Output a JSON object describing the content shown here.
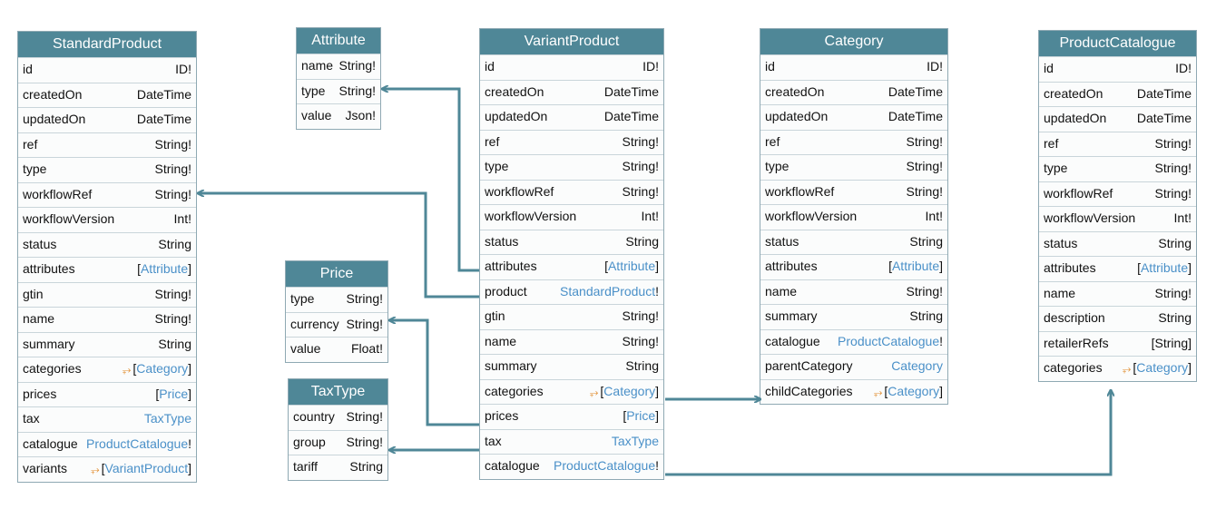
{
  "entities": [
    {
      "name": "StandardProduct",
      "fields": [
        {
          "name": "id",
          "type": "ID!"
        },
        {
          "name": "createdOn",
          "type": "DateTime"
        },
        {
          "name": "updatedOn",
          "type": "DateTime"
        },
        {
          "name": "ref",
          "type": "String!"
        },
        {
          "name": "type",
          "type": "String!"
        },
        {
          "name": "workflowRef",
          "type": "String!"
        },
        {
          "name": "workflowVersion",
          "type": "Int!"
        },
        {
          "name": "status",
          "type": "String"
        },
        {
          "name": "attributes",
          "type": "Attribute",
          "list": true,
          "link": true
        },
        {
          "name": "gtin",
          "type": "String!"
        },
        {
          "name": "name",
          "type": "String!"
        },
        {
          "name": "summary",
          "type": "String"
        },
        {
          "name": "categories",
          "type": "Category",
          "list": true,
          "link": true,
          "connection": true
        },
        {
          "name": "prices",
          "type": "Price",
          "list": true,
          "link": true
        },
        {
          "name": "tax",
          "type": "TaxType",
          "link": true
        },
        {
          "name": "catalogue",
          "type": "ProductCatalogue",
          "link": true,
          "required": true
        },
        {
          "name": "variants",
          "type": "VariantProduct",
          "list": true,
          "link": true,
          "connection": true
        }
      ]
    },
    {
      "name": "Attribute",
      "fields": [
        {
          "name": "name",
          "type": "String!"
        },
        {
          "name": "type",
          "type": "String!"
        },
        {
          "name": "value",
          "type": "Json!"
        }
      ]
    },
    {
      "name": "Price",
      "fields": [
        {
          "name": "type",
          "type": "String!"
        },
        {
          "name": "currency",
          "type": "String!"
        },
        {
          "name": "value",
          "type": "Float!"
        }
      ]
    },
    {
      "name": "TaxType",
      "fields": [
        {
          "name": "country",
          "type": "String!"
        },
        {
          "name": "group",
          "type": "String!"
        },
        {
          "name": "tariff",
          "type": "String"
        }
      ]
    },
    {
      "name": "VariantProduct",
      "fields": [
        {
          "name": "id",
          "type": "ID!"
        },
        {
          "name": "createdOn",
          "type": "DateTime"
        },
        {
          "name": "updatedOn",
          "type": "DateTime"
        },
        {
          "name": "ref",
          "type": "String!"
        },
        {
          "name": "type",
          "type": "String!"
        },
        {
          "name": "workflowRef",
          "type": "String!"
        },
        {
          "name": "workflowVersion",
          "type": "Int!"
        },
        {
          "name": "status",
          "type": "String"
        },
        {
          "name": "attributes",
          "type": "Attribute",
          "list": true,
          "link": true
        },
        {
          "name": "product",
          "type": "StandardProduct",
          "link": true,
          "required": true
        },
        {
          "name": "gtin",
          "type": "String!"
        },
        {
          "name": "name",
          "type": "String!"
        },
        {
          "name": "summary",
          "type": "String"
        },
        {
          "name": "categories",
          "type": "Category",
          "list": true,
          "link": true,
          "connection": true
        },
        {
          "name": "prices",
          "type": "Price",
          "list": true,
          "link": true
        },
        {
          "name": "tax",
          "type": "TaxType",
          "link": true
        },
        {
          "name": "catalogue",
          "type": "ProductCatalogue",
          "link": true,
          "required": true
        }
      ]
    },
    {
      "name": "Category",
      "fields": [
        {
          "name": "id",
          "type": "ID!"
        },
        {
          "name": "createdOn",
          "type": "DateTime"
        },
        {
          "name": "updatedOn",
          "type": "DateTime"
        },
        {
          "name": "ref",
          "type": "String!"
        },
        {
          "name": "type",
          "type": "String!"
        },
        {
          "name": "workflowRef",
          "type": "String!"
        },
        {
          "name": "workflowVersion",
          "type": "Int!"
        },
        {
          "name": "status",
          "type": "String"
        },
        {
          "name": "attributes",
          "type": "Attribute",
          "list": true,
          "link": true
        },
        {
          "name": "name",
          "type": "String!"
        },
        {
          "name": "summary",
          "type": "String"
        },
        {
          "name": "catalogue",
          "type": "ProductCatalogue",
          "link": true,
          "required": true
        },
        {
          "name": "parentCategory",
          "type": "Category",
          "link": true
        },
        {
          "name": "childCategories",
          "type": "Category",
          "list": true,
          "link": true,
          "connection": true
        }
      ]
    },
    {
      "name": "ProductCatalogue",
      "fields": [
        {
          "name": "id",
          "type": "ID!"
        },
        {
          "name": "createdOn",
          "type": "DateTime"
        },
        {
          "name": "updatedOn",
          "type": "DateTime"
        },
        {
          "name": "ref",
          "type": "String!"
        },
        {
          "name": "type",
          "type": "String!"
        },
        {
          "name": "workflowRef",
          "type": "String!"
        },
        {
          "name": "workflowVersion",
          "type": "Int!"
        },
        {
          "name": "status",
          "type": "String"
        },
        {
          "name": "attributes",
          "type": "Attribute",
          "list": true,
          "link": true
        },
        {
          "name": "name",
          "type": "String!"
        },
        {
          "name": "description",
          "type": "String"
        },
        {
          "name": "retailerRefs",
          "type": "[String]"
        },
        {
          "name": "categories",
          "type": "Category",
          "list": true,
          "link": true,
          "connection": true
        }
      ]
    }
  ],
  "colors": {
    "header": "#4f8797",
    "link_text": "#4a90c8",
    "connector": "#4f8797",
    "connection_icon": "#e08a2a"
  },
  "icons": {
    "connection": "connection-icon"
  }
}
